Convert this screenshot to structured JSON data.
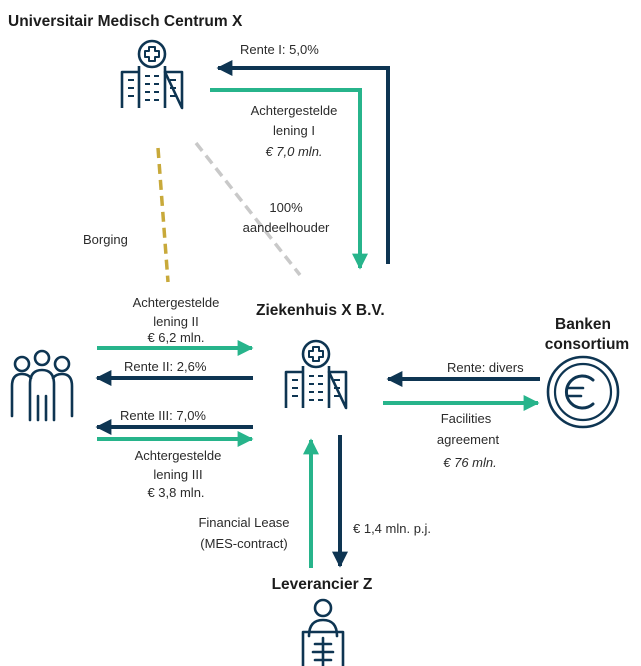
{
  "colors": {
    "navy": "#0e3552",
    "green": "#27b48b",
    "dash_yellow": "#c8a93a",
    "dash_grey": "#c9c9c9"
  },
  "entities": {
    "umc": "Universitair Medisch Centrum X",
    "hospital": "Ziekenhuis X B.V.",
    "banks_line1": "Banken",
    "banks_line2": "consortium",
    "supplier": "Leverancier Z"
  },
  "icons": {
    "umc": "hospital-building-icon",
    "hospital": "hospital-building-icon",
    "investors": "people-group-icon",
    "banks": "euro-coin-icon",
    "supplier": "person-xray-icon"
  },
  "flows": {
    "umc_rente": "Rente I: 5,0%",
    "umc_loan_line1": "Achtergestelde",
    "umc_loan_line2": "lening I",
    "umc_loan_amount": "€ 7,0 mln.",
    "shareholder_line1": "100%",
    "shareholder_line2": "aandeelhouder",
    "borging": "Borging",
    "loan2_line1": "Achtergestelde",
    "loan2_line2": "lening II",
    "loan2_amount": "€ 6,2 mln.",
    "rente2": "Rente II: 2,6%",
    "rente3": "Rente III: 7,0%",
    "loan3_line1": "Achtergestelde",
    "loan3_line2": "lening III",
    "loan3_amount": "€ 3,8 mln.",
    "bank_rente": "Rente: divers",
    "facilities_line1": "Facilities",
    "facilities_line2": "agreement",
    "facilities_amount": "€ 76 mln.",
    "lease_line1": "Financial Lease",
    "lease_line2": "(MES-contract)",
    "supplier_payment": "€ 1,4 mln. p.j."
  }
}
